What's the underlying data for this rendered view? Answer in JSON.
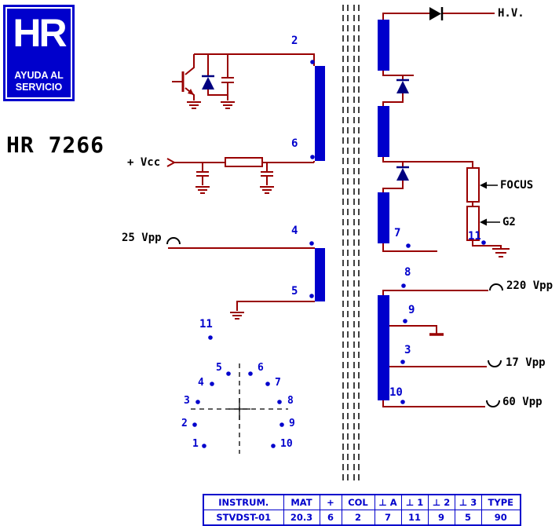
{
  "logo": {
    "monogram": "HR",
    "tagline_line1": "AYUDA AL",
    "tagline_line2": "SERVICIO"
  },
  "title": "HR 7266",
  "labels": {
    "vcc": "+ Vcc",
    "vpp25": "25 Vpp",
    "hv": "H.V.",
    "focus": "FOCUS",
    "g2": "G2",
    "vpp220": "220 Vpp",
    "vpp17": "17 Vpp",
    "vpp60": "60 Vpp"
  },
  "pins": {
    "p2": "2",
    "p6": "6",
    "p4": "4",
    "p5": "5",
    "p11_left": "11",
    "p7": "7",
    "p11_right": "11",
    "p8": "8",
    "p9": "9",
    "p3": "3",
    "p10": "10"
  },
  "pinout": [
    "1",
    "2",
    "3",
    "4",
    "5",
    "6",
    "7",
    "8",
    "9",
    "10"
  ],
  "table": {
    "headers": [
      "INSTRUM.",
      "MAT",
      "+",
      "COL",
      "⊥ A",
      "⊥ 1",
      "⊥ 2",
      "⊥ 3",
      "TYPE"
    ],
    "row": [
      "STVDST-01",
      "20.3",
      "6",
      "2",
      "7",
      "11",
      "9",
      "5",
      "90"
    ]
  },
  "colors": {
    "circuit_line": "#990000",
    "winding_blue": "#0000cc",
    "diode_dark": "#000080",
    "text_black": "#000000"
  }
}
